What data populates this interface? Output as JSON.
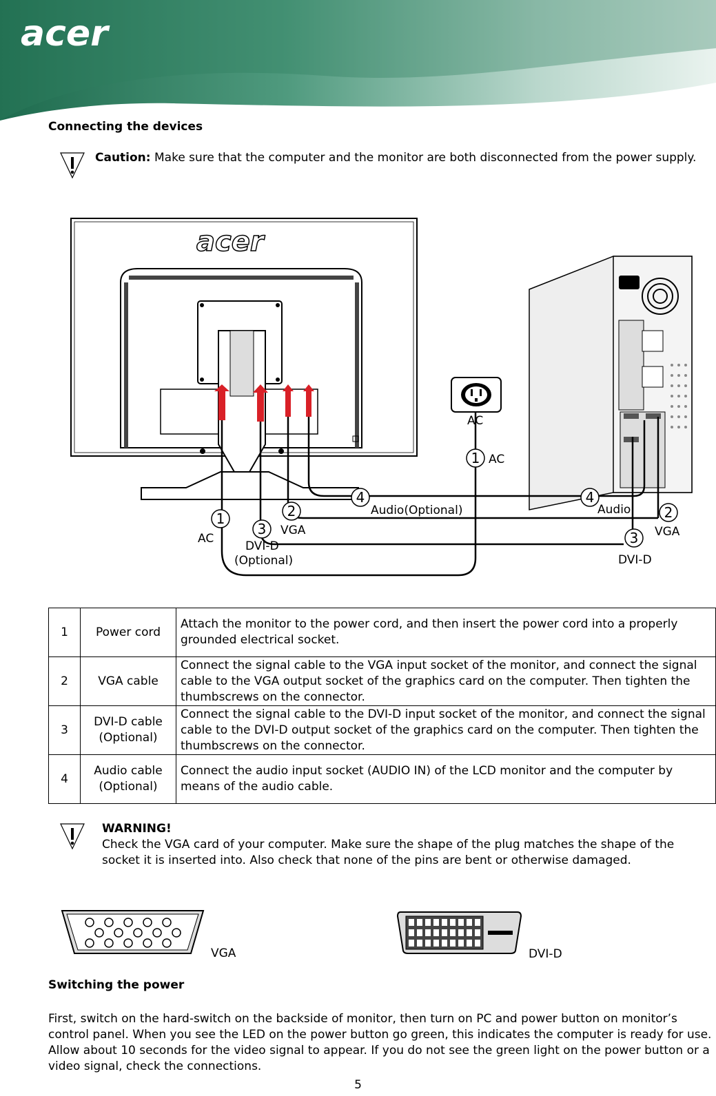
{
  "brand": "acer",
  "section1_title": "Connecting the devices",
  "caution": {
    "label": "Caution:",
    "text": "Make sure that the computer and the monitor are both disconnected from the power supply."
  },
  "diagram": {
    "monitor_logo": "acer",
    "outlet_label": "AC",
    "labels": {
      "ac_left": "AC",
      "vga_left": "VGA",
      "dvi_left": "DVI-D",
      "dvi_left_opt": "(Optional)",
      "audio_mid": "Audio(Optional)",
      "ac_right": "AC",
      "audio_right": "Audio",
      "vga_right": "VGA",
      "dvi_right": "DVI-D"
    },
    "num": {
      "n1": "1",
      "n2": "2",
      "n3": "3",
      "n4": "4"
    }
  },
  "table": {
    "rows": [
      {
        "num": "1",
        "name": "Power cord",
        "desc": "Attach the monitor to the power cord, and then insert the power cord into a properly grounded electrical socket."
      },
      {
        "num": "2",
        "name": "VGA cable",
        "desc": "Connect the signal cable to the VGA input socket of the monitor, and connect the signal cable to the VGA output socket of the graphics card on the computer. Then tighten the thumbscrews on the connector."
      },
      {
        "num": "3",
        "name": "DVI-D cable (Optional)",
        "desc": "Connect the signal cable to the DVI-D input socket of the monitor, and connect the signal cable to the DVI-D output socket of the graphics card on the computer. Then tighten the thumbscrews on the connector."
      },
      {
        "num": "4",
        "name": "Audio cable (Optional)",
        "desc": "Connect the audio input socket (AUDIO IN) of the LCD monitor and the computer by means of the audio cable."
      }
    ]
  },
  "warning": {
    "title": "WARNING!",
    "text": "Check the VGA card of your computer. Make sure the shape of the plug matches the shape of the socket it is inserted into. Also check that none of the pins are bent or otherwise damaged."
  },
  "connectors": {
    "vga": "VGA",
    "dvi": "DVI-D"
  },
  "section2_title": "Switching the power",
  "section2_text": "First, switch on the hard-switch on the backside of monitor, then turn on PC and power button on monitor’s control panel. When you see the LED on the power button go green, this indicates the computer is ready for use. Allow about 10 seconds for the video signal to appear. If you do not see the green light on the power button or a video signal, check the connections.",
  "page_number": "5"
}
